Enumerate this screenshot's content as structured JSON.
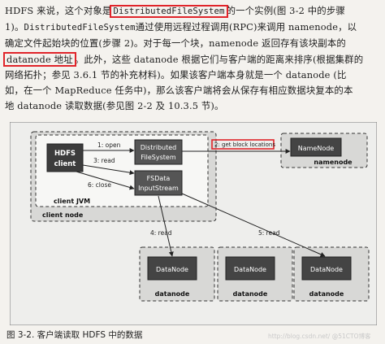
{
  "body": {
    "l1_a": "HDFS 来说，这个对象是",
    "l1_code": "DistributedFileSystem",
    "l1_b": "的一个实例(图 3-2 中的步骤",
    "l2_a": "1)。",
    "l2_code": "DistributedFileSystem",
    "l2_b": "通过使用远程过程调用(RPC)来调用 namenode，以",
    "l3": "确定文件起始块的位置(步骤 2)。对于每一个块，namenode 返回存有该块副本的",
    "l4_boxed": "datanode 地址",
    "l4_b": "。此外，这些 datanode 根据它们与客户端的距离来排序(根据集群的",
    "l5": "网络拓扑；参见 3.6.1 节的补充材料)。如果该客户端本身就是一个 datanode (比",
    "l6": "如，在一个 MapReduce 任务中)，那么该客户端将会从保存有相应数据块复本的本",
    "l7": "地 datanode 读取数据(参见图 2-2 及 10.3.5 节)。"
  },
  "diagram": {
    "hdfs_client": [
      "HDFS",
      "client"
    ],
    "dfs": [
      "Distributed",
      "FileSystem"
    ],
    "fsdata": [
      "FSData",
      "InputStream"
    ],
    "namenode_box": "NameNode",
    "namenode_label": "namenode",
    "datanode_box": "DataNode",
    "datanode_label": "datanode",
    "client_jvm": "client JVM",
    "client_node": "client node",
    "step_open": "1: open",
    "step_read": "3: read",
    "step_close": "6: close",
    "step_get_block": "2: get block locations",
    "step_read4": "4: read",
    "step_read5": "5: read"
  },
  "caption": "图 3-2. 客户端读取 HDFS 中的数据",
  "watermark": "http://blog.csdn.net/  @51CTO博客"
}
